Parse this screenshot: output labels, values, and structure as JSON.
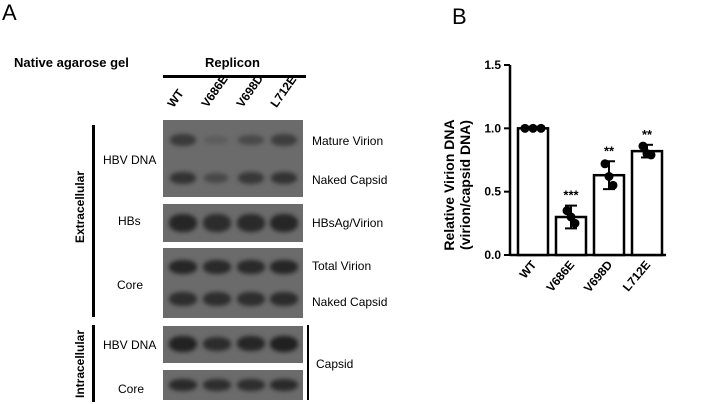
{
  "panel_a": {
    "letter": "A",
    "gel_title": "Native agarose gel",
    "group_header": "Replicon",
    "lanes": [
      "WT",
      "V686E",
      "V698D",
      "L712E"
    ],
    "section_extracellular": "Extracellular",
    "section_intracellular": "Intracellular",
    "rows": {
      "hbv_dna_extra": "HBV DNA",
      "hbs": "HBs",
      "core_extra": "Core",
      "hbv_dna_intra": "HBV DNA",
      "core_intra": "Core"
    },
    "right_labels": {
      "mature_virion": "Mature Virion",
      "naked_capsid_1": "Naked Capsid",
      "hbsag_virion": "HBsAg/Virion",
      "total_virion": "Total Virion",
      "naked_capsid_2": "Naked Capsid",
      "capsid": "Capsid"
    }
  },
  "panel_b": {
    "letter": "B"
  },
  "chart_data": {
    "type": "bar",
    "categories": [
      "WT",
      "V686E",
      "V698D",
      "L712E"
    ],
    "values": [
      1.0,
      0.3,
      0.63,
      0.82
    ],
    "errors": [
      0.0,
      0.09,
      0.11,
      0.05
    ],
    "points": [
      [
        1.0,
        1.0,
        1.0
      ],
      [
        0.35,
        0.3,
        0.25
      ],
      [
        0.72,
        0.62,
        0.55
      ],
      [
        0.86,
        0.8,
        0.79
      ]
    ],
    "significance": [
      "",
      "***",
      "**",
      "**"
    ],
    "ylabel_line1": "Relative Virion DNA",
    "ylabel_line2": "(virion/capsid DNA)",
    "ylim": [
      0,
      1.5
    ],
    "yticks": [
      "0.0",
      "0.5",
      "1.0",
      "1.5"
    ],
    "bar_fill": "#ffffff",
    "bar_stroke": "#000000"
  }
}
